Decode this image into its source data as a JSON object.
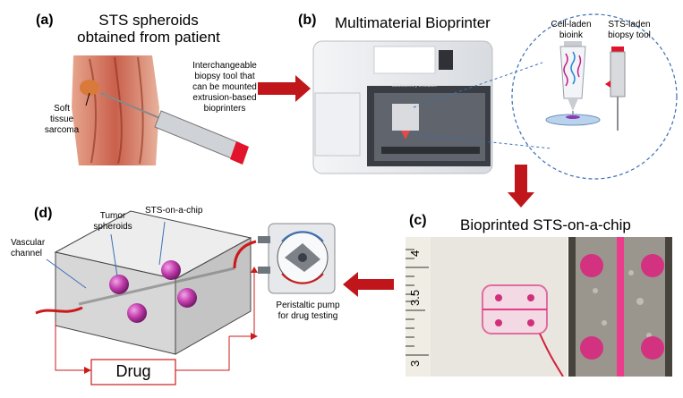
{
  "panel_a": {
    "label": "(a)",
    "title_line1": "STS spheroids",
    "title_line2": "obtained from patient",
    "note_line1": "Interchangeable",
    "note_line2": "biopsy tool that",
    "note_line3": "can be mounted",
    "note_line4": "extrusion-based",
    "note_line5": "bioprinters",
    "tumor_line1": "Soft",
    "tumor_line2": "tissue",
    "tumor_line3": "sarcoma"
  },
  "panel_b": {
    "label": "(b)",
    "title": "Multimaterial Bioprinter",
    "bioink_line1": "Cell-laden",
    "bioink_line2": "bioink",
    "biopsy_line1": "STS-laden",
    "biopsy_line2": "biopsy tool",
    "printer_brand": "3DDiscovery Evolution"
  },
  "panel_c": {
    "label": "(c)",
    "title": "Bioprinted STS-on-a-chip",
    "ruler_marks": [
      "4",
      "3.5",
      "3"
    ]
  },
  "panel_d": {
    "label": "(d)",
    "tumor_line1": "Tumor",
    "tumor_line2": "spheroids",
    "chip_label": "STS-on-a-chip",
    "vascular_line1": "Vascular",
    "vascular_line2": "channel",
    "drug": "Drug",
    "pump_line1": "Peristaltic pump",
    "pump_line2": "for drug testing"
  },
  "colors": {
    "arrow": "#c0161b",
    "spheroid": "#b0309a",
    "tube": "#cc1a1a",
    "dashed": "#3a6fb7"
  }
}
